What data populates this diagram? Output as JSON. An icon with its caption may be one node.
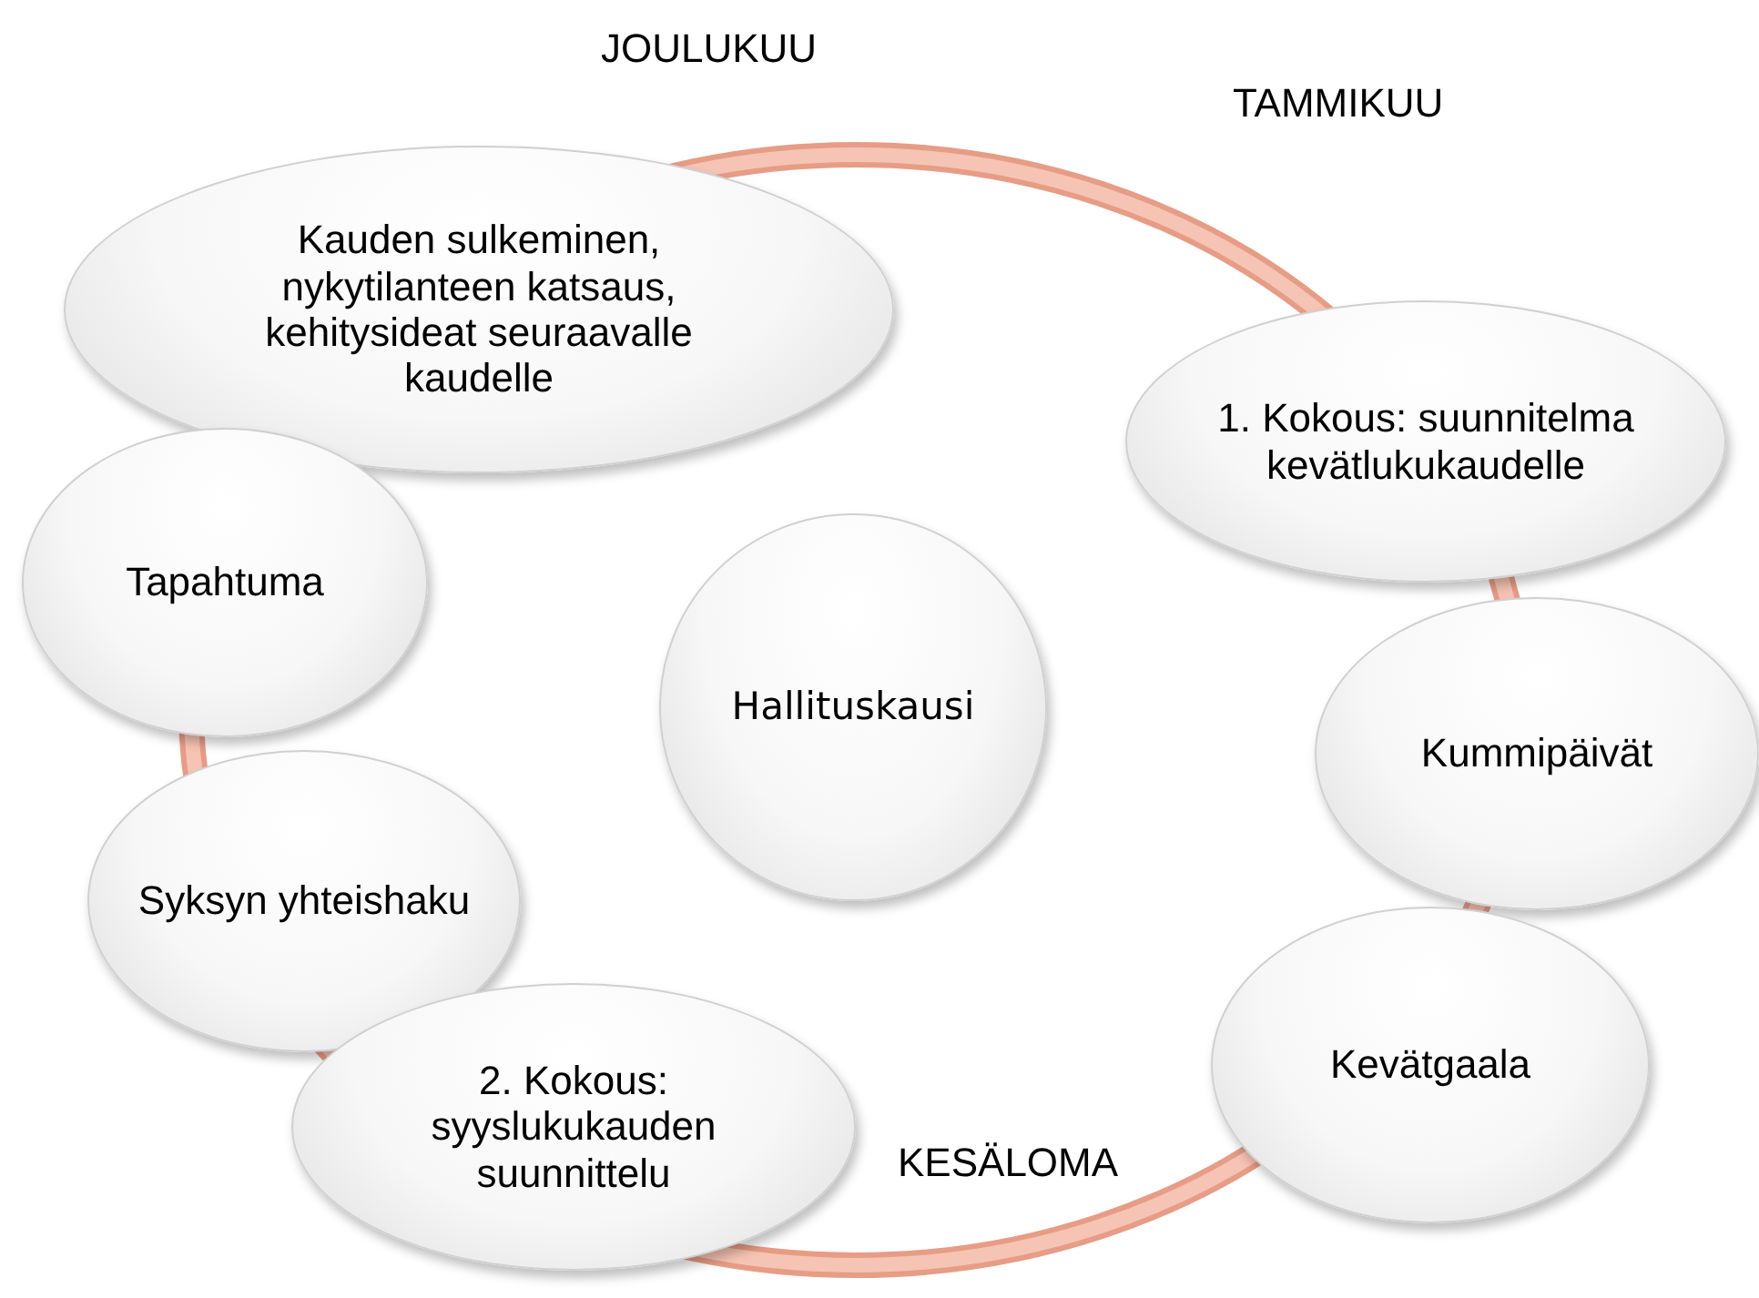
{
  "diagram": {
    "nodes": [
      {
        "text": [
          "Kauden sulkeminen, nykytilanteen katsaus, kehitysideat seuraavalle kaudelle"
        ]
      },
      {
        "text": [
          "1. Kokous: suunnitelma kevätlukukaudelle"
        ]
      },
      {
        "text": [
          "Tapahtuma"
        ]
      },
      {
        "text": [
          "Hallituskausi"
        ]
      },
      {
        "text": [
          "Kummipäivät"
        ]
      },
      {
        "text": [
          "Syksyn yhteishaku"
        ]
      },
      {
        "text": [
          "Kevätgaala"
        ]
      },
      {
        "text": [
          "2. Kokous: syyslukukauden suunnittelu"
        ]
      }
    ],
    "labels": [
      "JOULUKUU",
      "TAMMIKUU",
      "KESÄLOMA"
    ]
  }
}
